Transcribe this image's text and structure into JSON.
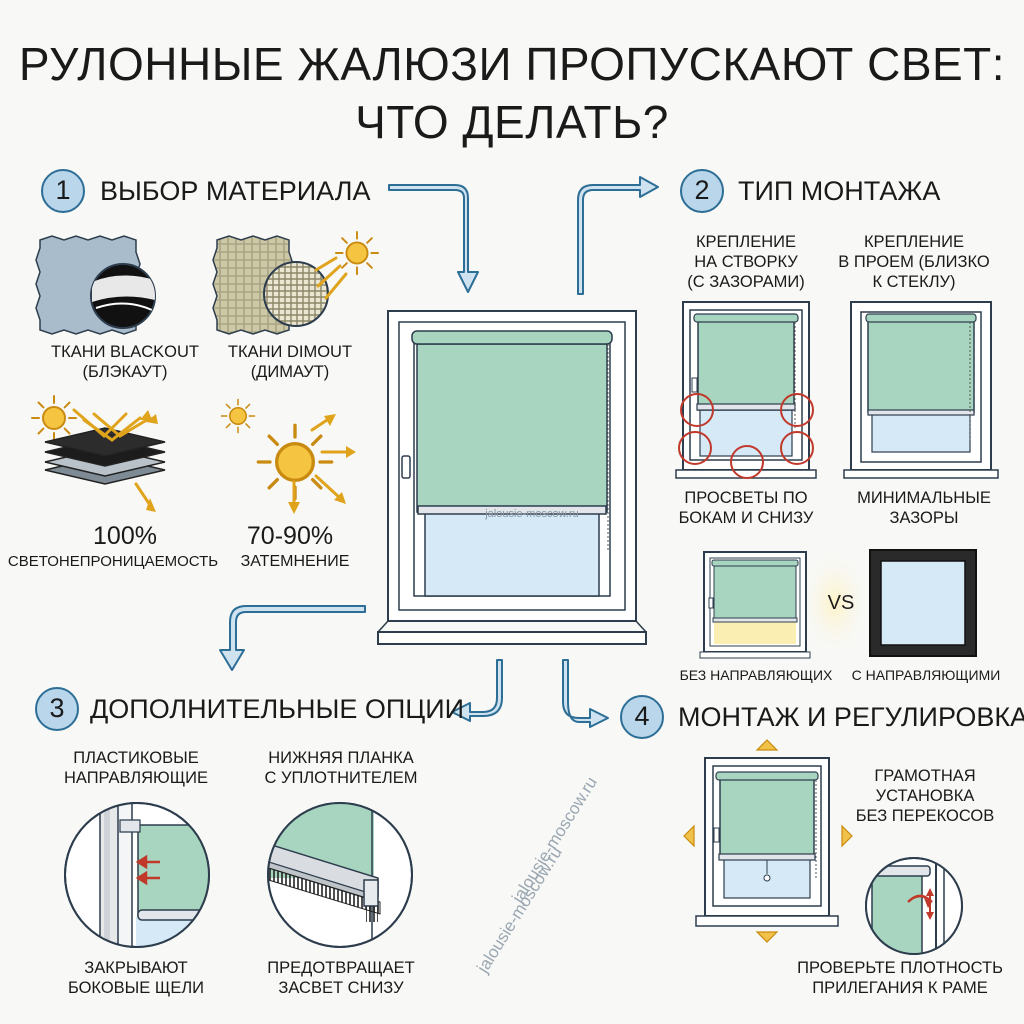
{
  "title": {
    "line1": "РУЛОННЫЕ ЖАЛЮЗИ ПРОПУСКАЮТ СВЕТ:",
    "line2": "ЧТО ДЕЛАТЬ?"
  },
  "colors": {
    "blind": "#a8d5bf",
    "glass": "#d6e9f7",
    "arrow_fill": "#cfe2ef",
    "arrow_stroke": "#2d6e96",
    "badge": "#b9d6ea",
    "sun": "#f5c542",
    "red": "#c0392b"
  },
  "watermark": "jalousie-moscow.ru",
  "section1": {
    "number": "1",
    "title": "ВЫБОР МАТЕРИАЛА",
    "blackout_label": "ТКАНИ BLACKOUT\n(БЛЭКАУТ)",
    "dimout_label": "ТКАНИ DIMOUT\n(ДИМАУТ)",
    "blackout_value": "100%",
    "blackout_caption": "СВЕТОНЕПРОНИЦАЕМОСТЬ",
    "dimout_value": "70-90%",
    "dimout_caption": "ЗАТЕМНЕНИЕ"
  },
  "section2": {
    "number": "2",
    "title": "ТИП МОНТАЖА",
    "sash_label": "КРЕПЛЕНИЕ\nНА СТВОРКУ\n(С ЗАЗОРАМИ)",
    "opening_label": "КРЕПЛЕНИЕ\nВ ПРОЕМ (БЛИЗКО\nК СТЕКЛУ)",
    "sash_caption": "ПРОСВЕТЫ ПО\nБОКАМ И СНИЗУ",
    "opening_caption": "МИНИМАЛЬНЫЕ\nЗАЗОРЫ",
    "vs": "VS",
    "without_guides": "БЕЗ НАПРАВЛЯЮЩИХ",
    "with_guides": "С НАПРАВЛЯЮЩИМИ"
  },
  "section3": {
    "number": "3",
    "title": "ДОПОЛНИТЕЛЬНЫЕ ОПЦИИ",
    "guides_label": "ПЛАСТИКОВЫЕ\nНАПРАВЛЯЮЩИЕ",
    "bar_label": "НИЖНЯЯ ПЛАНКА\nС УПЛОТНИТЕЛЕМ",
    "guides_caption": "ЗАКРЫВАЮТ\nБОКОВЫЕ ЩЕЛИ",
    "bar_caption": "ПРЕДОТВРАЩАЕТ\nЗАСВЕТ СНИЗУ"
  },
  "section4": {
    "number": "4",
    "title": "МОНТАЖ И РЕГУЛИРОВКА",
    "install_label": "ГРАМОТНАЯ\nУСТАНОВКА\nБЕЗ ПЕРЕКОСОВ",
    "check_label": "ПРОВЕРЬТЕ ПЛОТНОСТЬ\nПРИЛЕГАНИЯ К РАМЕ"
  }
}
